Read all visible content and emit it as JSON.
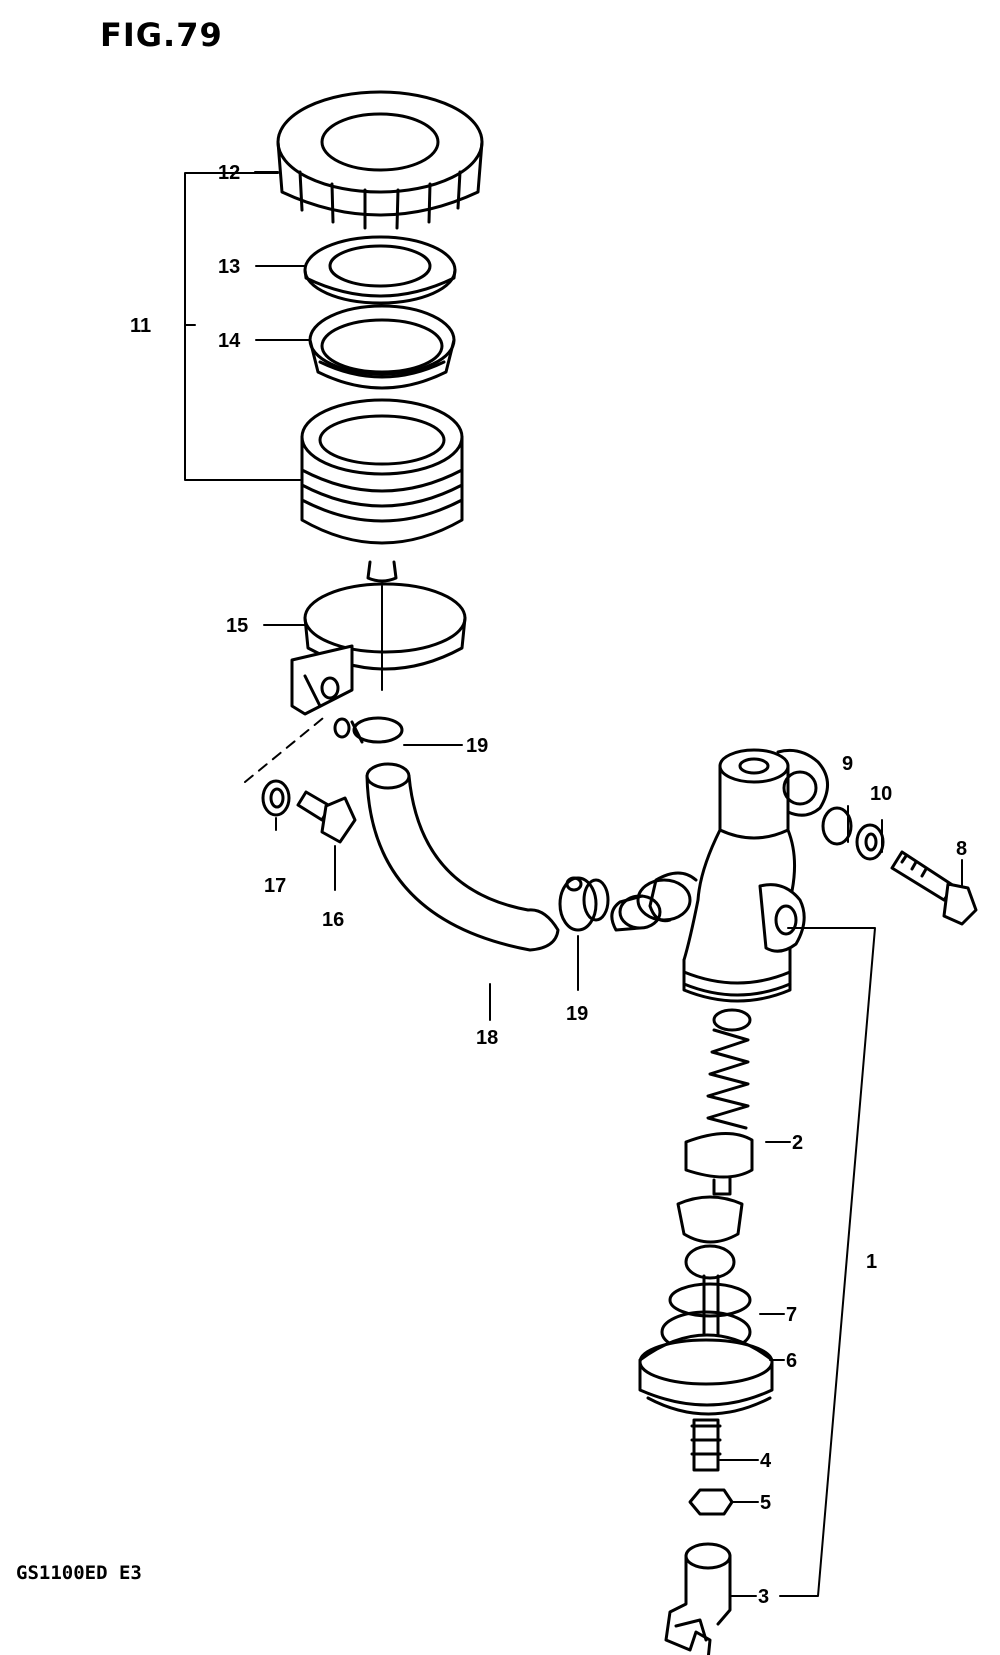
{
  "figure": {
    "title": "FIG.79"
  },
  "model": {
    "code": "GS1100ED  E3"
  },
  "parts": [
    {
      "ref": "1"
    },
    {
      "ref": "2"
    },
    {
      "ref": "3"
    },
    {
      "ref": "4"
    },
    {
      "ref": "5"
    },
    {
      "ref": "6"
    },
    {
      "ref": "7"
    },
    {
      "ref": "8"
    },
    {
      "ref": "9"
    },
    {
      "ref": "10"
    },
    {
      "ref": "11"
    },
    {
      "ref": "12"
    },
    {
      "ref": "13"
    },
    {
      "ref": "14"
    },
    {
      "ref": "15"
    },
    {
      "ref": "16"
    },
    {
      "ref": "17"
    },
    {
      "ref": "18"
    },
    {
      "ref": "19"
    },
    {
      "ref": "19"
    }
  ]
}
